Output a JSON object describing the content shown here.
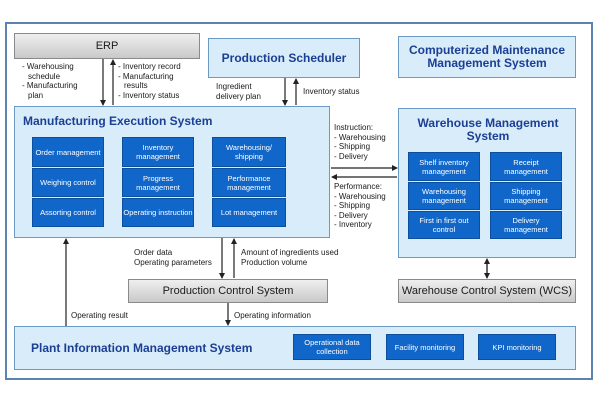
{
  "erp": {
    "label": "ERP"
  },
  "scheduler": {
    "title": "Production Scheduler"
  },
  "cmms": {
    "title": "Computerized Maintenance Management System"
  },
  "mes": {
    "title": "Manufacturing Execution System",
    "modules": [
      "Order management",
      "Weighing control",
      "Assorting control",
      "Inventory management",
      "Progress management",
      "Operating instruction",
      "Warehousing/ shipping",
      "Performance management",
      "Lot management"
    ]
  },
  "wms": {
    "title": "Warehouse Management System",
    "modules": [
      "Shelf inventory management",
      "Warehousing management",
      "First in first out control",
      "Receipt management",
      "Shipping management",
      "Delivery management"
    ]
  },
  "pcs": {
    "label": "Production Control System"
  },
  "wcs": {
    "label": "Warehouse Control System (WCS)"
  },
  "pims": {
    "title": "Plant Information Management System",
    "modules": [
      "Operational data collection",
      "Facility monitoring",
      "KPI monitoring"
    ]
  },
  "flows": {
    "erp_to_mes": [
      "- Warehousing",
      "schedule",
      "- Manufacturing",
      "plan"
    ],
    "mes_to_erp": [
      "- Inventory record",
      "- Manufacturing",
      "results",
      "- Inventory status"
    ],
    "sched_to_mes": [
      "Ingredient",
      "delivery plan"
    ],
    "mes_to_sched": "Inventory status",
    "instruction": [
      "Instruction:",
      "- Warehousing",
      "- Shipping",
      "- Delivery"
    ],
    "performance": [
      "Performance:",
      "- Warehousing",
      "- Shipping",
      "- Delivery",
      "- Inventory"
    ],
    "order_data": [
      "Order  data",
      "Operating parameters"
    ],
    "amount": [
      "Amount of ingredients used",
      "Production volume"
    ],
    "operating_result": "Operating result",
    "operating_information": "Operating information"
  },
  "colors": {
    "accent_blue": "#1167c9",
    "title_blue": "#1b3f93",
    "panel_fill": "#d9ecfa",
    "gray_fill": "#dcdcdc"
  }
}
